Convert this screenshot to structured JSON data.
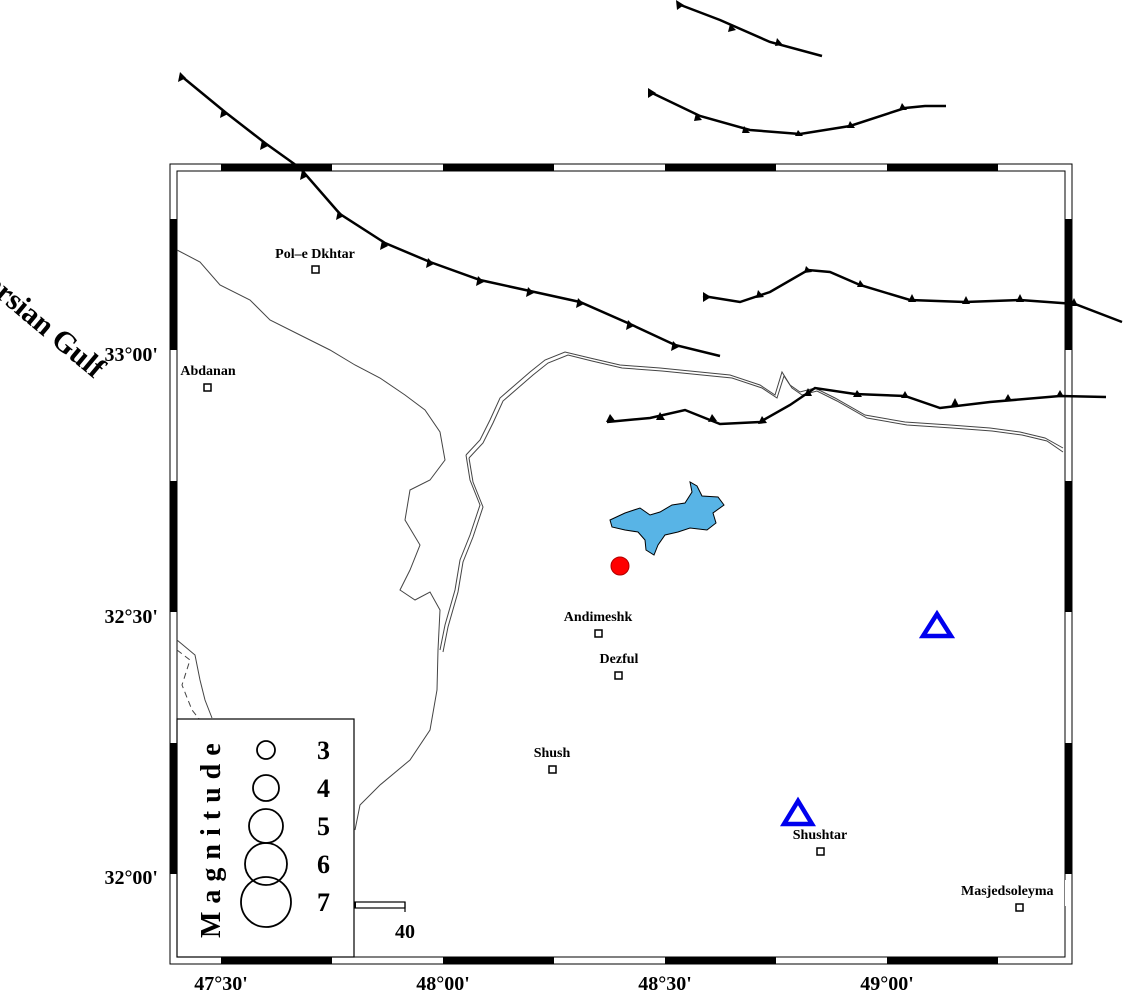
{
  "map": {
    "sea_label": "Persian Gulf",
    "longitude_labels": [
      "47°30'",
      "48°00'",
      "48°30'",
      "49°00'"
    ],
    "latitude_labels": [
      "33°00'",
      "32°30'",
      "32°00'"
    ],
    "cities": [
      {
        "name": "Pol–e Dkhtar"
      },
      {
        "name": "Abdanan"
      },
      {
        "name": "Andimeshk"
      },
      {
        "name": "Dezful"
      },
      {
        "name": "Shush"
      },
      {
        "name": "Shushtar"
      },
      {
        "name": "Masjedsoleyma"
      }
    ],
    "epicenter": {
      "color": "#ff0000"
    },
    "stations": {
      "color": "#0000ee",
      "count": 2
    },
    "lake": {
      "color": "#58b4e6"
    },
    "scale_bar": {
      "label": "40"
    }
  },
  "legend": {
    "title": "Magnitude",
    "magnitudes": [
      "3",
      "4",
      "5",
      "6",
      "7"
    ]
  }
}
